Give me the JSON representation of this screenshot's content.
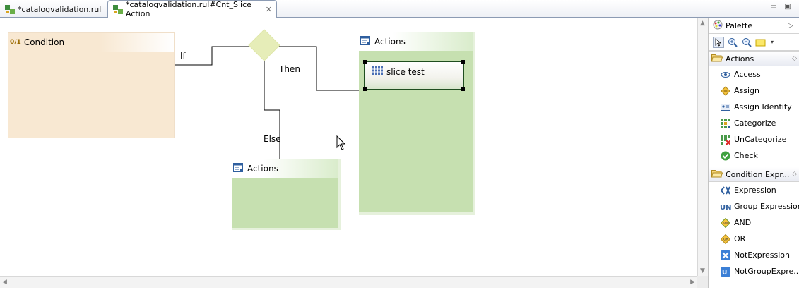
{
  "tabs": [
    {
      "label": "*catalogvalidation.rul"
    },
    {
      "label": "*catalogvalidation.rul#Cnt_Slice Action"
    }
  ],
  "canvas": {
    "condition_title": "Condition",
    "condition_icon_text": "0/1",
    "label_if": "If",
    "label_then": "Then",
    "label_else": "Else",
    "actions_main_title": "Actions",
    "actions_else_title": "Actions",
    "slice_label": "slice test"
  },
  "palette": {
    "title": "Palette",
    "drawers": [
      {
        "label": "Actions",
        "items": [
          {
            "label": "Access",
            "icon": "eye-icon"
          },
          {
            "label": "Assign",
            "icon": "assign-icon"
          },
          {
            "label": "Assign Identity",
            "icon": "identity-card-icon"
          },
          {
            "label": "Categorize",
            "icon": "categorize-icon"
          },
          {
            "label": "UnCategorize",
            "icon": "uncategorize-icon"
          },
          {
            "label": "Check",
            "icon": "check-icon"
          }
        ]
      },
      {
        "label": "Condition Expr...",
        "items": [
          {
            "label": "Expression",
            "icon": "expression-icon"
          },
          {
            "label": "Group Expression",
            "icon": "group-expression-icon"
          },
          {
            "label": "AND",
            "icon": "and-icon",
            "icon_text": "AND"
          },
          {
            "label": "OR",
            "icon": "or-icon",
            "icon_text": "OR"
          },
          {
            "label": "NotExpression",
            "icon": "not-expression-icon"
          },
          {
            "label": "NotGroupExpre...",
            "icon": "not-group-expression-icon"
          }
        ]
      }
    ]
  },
  "colors": {
    "condition_fill": "#f8e8d2",
    "actions_fill": "#c6e0b0",
    "diamond_fill": "#e6edb8",
    "selection_border": "#1f4e1f"
  }
}
